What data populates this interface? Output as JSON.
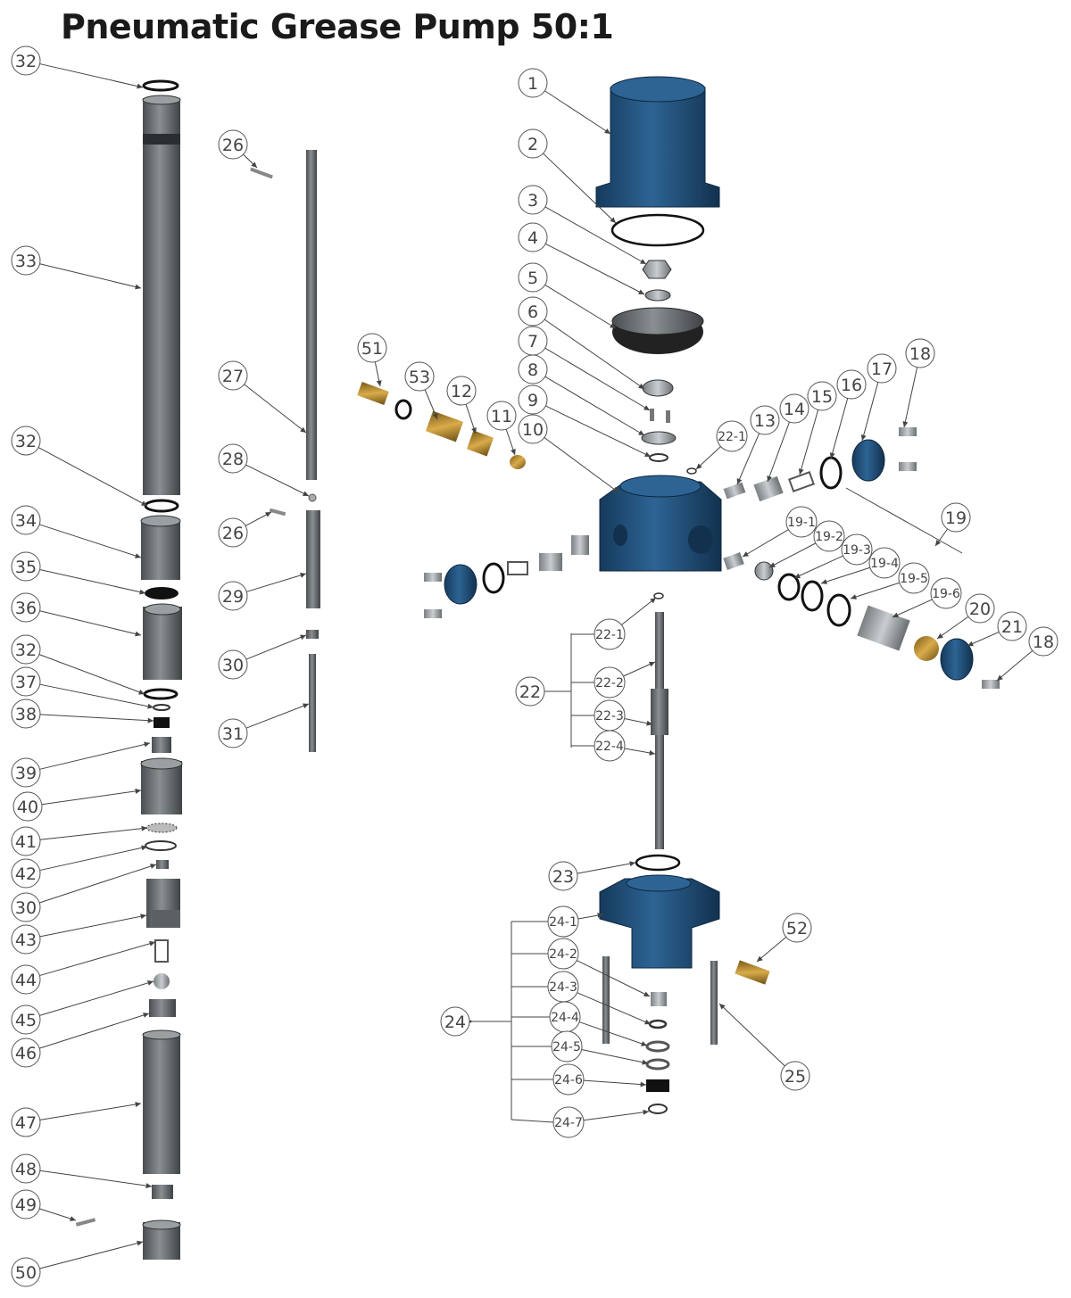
{
  "title": "Pneumatic Grease Pump 50:1",
  "colors": {
    "blue_body": "#1f4e79",
    "grey_part": "#707578",
    "brass": "#b58a2e",
    "callout_line": "#444444"
  },
  "callouts": [
    {
      "id": "c32a",
      "label": "32"
    },
    {
      "id": "c33",
      "label": "33"
    },
    {
      "id": "c32b",
      "label": "32"
    },
    {
      "id": "c34",
      "label": "34"
    },
    {
      "id": "c35",
      "label": "35"
    },
    {
      "id": "c36",
      "label": "36"
    },
    {
      "id": "c32c",
      "label": "32"
    },
    {
      "id": "c37",
      "label": "37"
    },
    {
      "id": "c38",
      "label": "38"
    },
    {
      "id": "c39",
      "label": "39"
    },
    {
      "id": "c40",
      "label": "40"
    },
    {
      "id": "c41",
      "label": "41"
    },
    {
      "id": "c42",
      "label": "42"
    },
    {
      "id": "c30a",
      "label": "30"
    },
    {
      "id": "c43",
      "label": "43"
    },
    {
      "id": "c44",
      "label": "44"
    },
    {
      "id": "c45",
      "label": "45"
    },
    {
      "id": "c46",
      "label": "46"
    },
    {
      "id": "c47",
      "label": "47"
    },
    {
      "id": "c48",
      "label": "48"
    },
    {
      "id": "c49",
      "label": "49"
    },
    {
      "id": "c50",
      "label": "50"
    },
    {
      "id": "c26a",
      "label": "26"
    },
    {
      "id": "c27",
      "label": "27"
    },
    {
      "id": "c28",
      "label": "28"
    },
    {
      "id": "c26b",
      "label": "26"
    },
    {
      "id": "c29",
      "label": "29"
    },
    {
      "id": "c30b",
      "label": "30"
    },
    {
      "id": "c31",
      "label": "31"
    },
    {
      "id": "c51",
      "label": "51"
    },
    {
      "id": "c53",
      "label": "53"
    },
    {
      "id": "c12",
      "label": "12"
    },
    {
      "id": "c11",
      "label": "11"
    },
    {
      "id": "c1",
      "label": "1"
    },
    {
      "id": "c2",
      "label": "2"
    },
    {
      "id": "c3",
      "label": "3"
    },
    {
      "id": "c4",
      "label": "4"
    },
    {
      "id": "c5",
      "label": "5"
    },
    {
      "id": "c6",
      "label": "6"
    },
    {
      "id": "c7",
      "label": "7"
    },
    {
      "id": "c8",
      "label": "8"
    },
    {
      "id": "c9",
      "label": "9"
    },
    {
      "id": "c10",
      "label": "10"
    },
    {
      "id": "c22_1a",
      "label": "22-1"
    },
    {
      "id": "c13",
      "label": "13"
    },
    {
      "id": "c14",
      "label": "14"
    },
    {
      "id": "c15",
      "label": "15"
    },
    {
      "id": "c16",
      "label": "16"
    },
    {
      "id": "c17",
      "label": "17"
    },
    {
      "id": "c18a",
      "label": "18"
    },
    {
      "id": "c19",
      "label": "19"
    },
    {
      "id": "c19_1",
      "label": "19-1"
    },
    {
      "id": "c19_2",
      "label": "19-2"
    },
    {
      "id": "c19_3",
      "label": "19-3"
    },
    {
      "id": "c19_4",
      "label": "19-4"
    },
    {
      "id": "c19_5",
      "label": "19-5"
    },
    {
      "id": "c19_6",
      "label": "19-6"
    },
    {
      "id": "c20",
      "label": "20"
    },
    {
      "id": "c21",
      "label": "21"
    },
    {
      "id": "c18b",
      "label": "18"
    },
    {
      "id": "c22",
      "label": "22"
    },
    {
      "id": "c22_1b",
      "label": "22-1"
    },
    {
      "id": "c22_2",
      "label": "22-2"
    },
    {
      "id": "c22_3",
      "label": "22-3"
    },
    {
      "id": "c22_4",
      "label": "22-4"
    },
    {
      "id": "c23",
      "label": "23"
    },
    {
      "id": "c24",
      "label": "24"
    },
    {
      "id": "c24_1",
      "label": "24-1"
    },
    {
      "id": "c24_2",
      "label": "24-2"
    },
    {
      "id": "c24_3",
      "label": "24-3"
    },
    {
      "id": "c24_4",
      "label": "24-4"
    },
    {
      "id": "c24_5",
      "label": "24-5"
    },
    {
      "id": "c24_6",
      "label": "24-6"
    },
    {
      "id": "c24_7",
      "label": "24-7"
    },
    {
      "id": "c52",
      "label": "52"
    },
    {
      "id": "c25",
      "label": "25"
    }
  ]
}
